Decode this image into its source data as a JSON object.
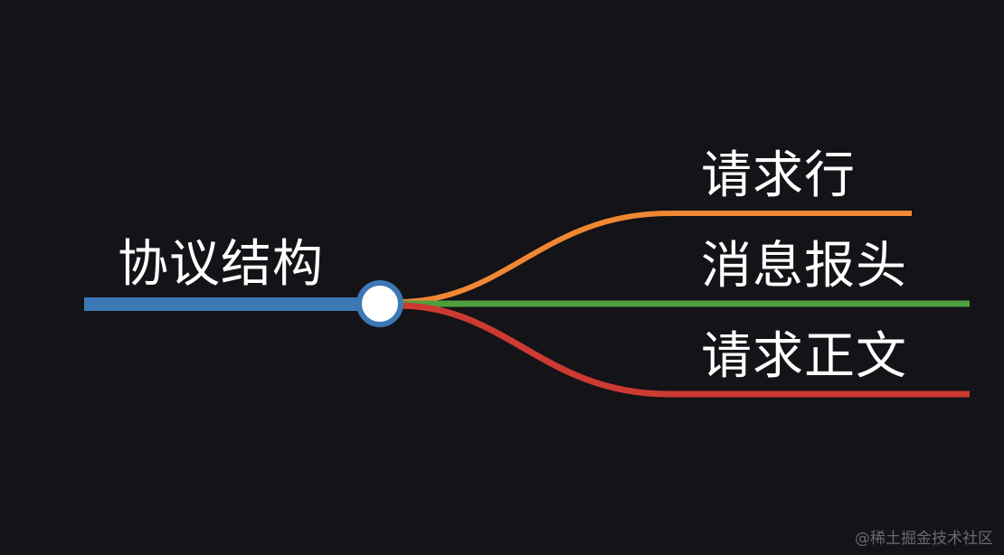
{
  "mindmap": {
    "root": {
      "label": "协议结构",
      "color": "#3b78b4"
    },
    "branches": [
      {
        "label": "请求行",
        "color": "#ef8733"
      },
      {
        "label": "消息报头",
        "color": "#4ea03e"
      },
      {
        "label": "请求正文",
        "color": "#cd3a32"
      }
    ],
    "node_fill": "#ffffff"
  },
  "watermark": "@稀土掘金技术社区"
}
